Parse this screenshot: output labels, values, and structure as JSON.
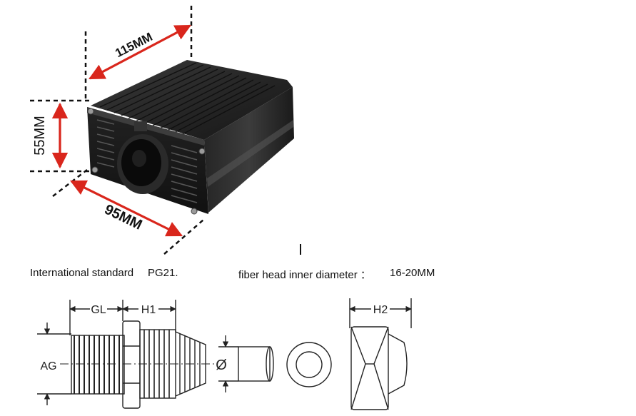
{
  "product_dimensions": {
    "length": "115MM",
    "height": "55MM",
    "width": "95MM"
  },
  "spec_line": {
    "standard_label": "International standard",
    "standard_value": "PG21.",
    "fiber_label": "fiber head inner diameter ：",
    "fiber_value": "16-20MM"
  },
  "gland_labels": {
    "gl": "GL",
    "h1": "H1",
    "h2": "H2",
    "ag": "AG",
    "diameter_symbol": "Ø"
  },
  "colors": {
    "dimension_arrow": "#d9261c",
    "housing_dark": "#1c1c1c",
    "housing_highlight": "#4a4a4a",
    "line_drawing": "#222222"
  }
}
